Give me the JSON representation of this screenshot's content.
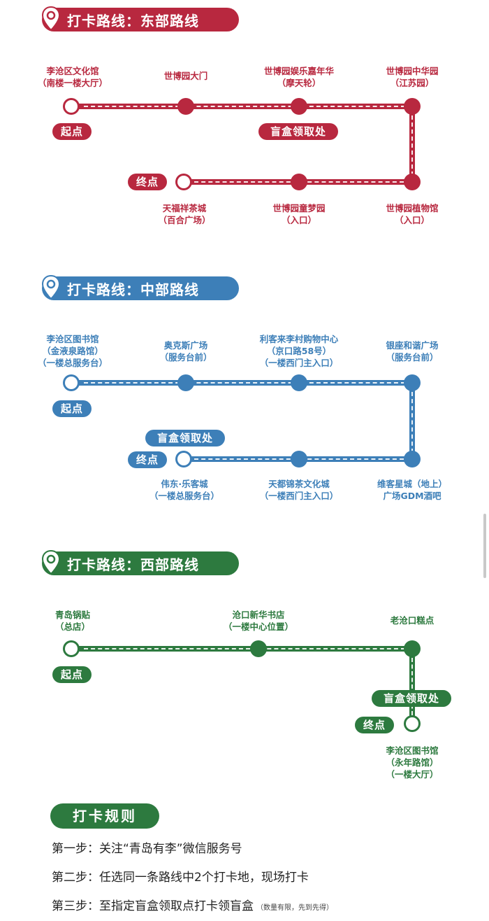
{
  "colors": {
    "east": "#b8283f",
    "central": "#3d7fb8",
    "west": "#2d7a3f"
  },
  "routes": {
    "east": {
      "title": "打卡路线：东部路线",
      "stops": [
        {
          "line1": "李沧区文化馆",
          "line2": "（南楼一楼大厅）"
        },
        {
          "line1": "世博园大门"
        },
        {
          "line1": "世博园娱乐嘉年华",
          "line2": "（摩天轮）"
        },
        {
          "line1": "世博园中华园",
          "line2": "（江苏园）"
        },
        {
          "line1": "世博园植物馆",
          "line2": "（入口）"
        },
        {
          "line1": "世博园童梦园",
          "line2": "（入口）"
        },
        {
          "line1": "天福祥茶城",
          "line2": "（百合广场）"
        }
      ],
      "start": "起点",
      "end": "终点",
      "pickup": "盲盒领取处"
    },
    "central": {
      "title": "打卡路线：中部路线",
      "stops": [
        {
          "line1": "李沧区图书馆",
          "line2": "（金液泉路馆）",
          "line3": "（一楼总服务台）"
        },
        {
          "line1": "奥克斯广场",
          "line2": "（服务台前）"
        },
        {
          "line1": "利客来李村购物中心",
          "line2": "（京口路58号）",
          "line3": "（一楼西门主入口）"
        },
        {
          "line1": "银座和谐广场",
          "line2": "（服务台前）"
        },
        {
          "line1": "维客星城（地上）",
          "line2": "广场GDM酒吧"
        },
        {
          "line1": "天都锦茶文化城",
          "line2": "（一楼西门主入口）"
        },
        {
          "line1": "伟东·乐客城",
          "line2": "（一楼总服务台）"
        }
      ],
      "start": "起点",
      "end": "终点",
      "pickup": "盲盒领取处"
    },
    "west": {
      "title": "打卡路线：西部路线",
      "stops": [
        {
          "line1": "青岛锅贴",
          "line2": "（总店）"
        },
        {
          "line1": "沧口新华书店",
          "line2": "（一楼中心位置）"
        },
        {
          "line1": "老沧口糕点"
        },
        {
          "line1": "李沧区图书馆",
          "line2": "（永年路馆）",
          "line3": "（一楼大厅）"
        }
      ],
      "start": "起点",
      "end": "终点",
      "pickup": "盲盒领取处"
    }
  },
  "rules": {
    "title": "打卡规则",
    "step1": "第一步：关注“青岛有李”微信服务号",
    "step2": "第二步：任选同一条路线中2个打卡地，现场打卡",
    "step3": "第三步：至指定盲盒领取点打卡领盲盒",
    "step3_note": "（数量有限，先到先得）"
  }
}
